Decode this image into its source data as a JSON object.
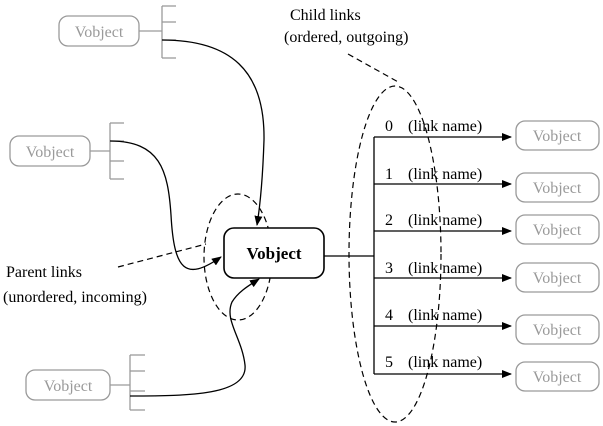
{
  "center_node": {
    "label": "Vobject"
  },
  "parent_nodes": [
    {
      "label": "Vobject"
    },
    {
      "label": "Vobject"
    },
    {
      "label": "Vobject"
    }
  ],
  "child_links": [
    {
      "index": "0",
      "name": "(link name)",
      "target": "Vobject"
    },
    {
      "index": "1",
      "name": "(link name)",
      "target": "Vobject"
    },
    {
      "index": "2",
      "name": "(link name)",
      "target": "Vobject"
    },
    {
      "index": "3",
      "name": "(link name)",
      "target": "Vobject"
    },
    {
      "index": "4",
      "name": "(link name)",
      "target": "Vobject"
    },
    {
      "index": "5",
      "name": "(link name)",
      "target": "Vobject"
    }
  ],
  "annotations": {
    "child_links_line1": "Child links",
    "child_links_line2": "(ordered, outgoing)",
    "parent_links_line1": "Parent links",
    "parent_links_line2": "(unordered, incoming)"
  }
}
